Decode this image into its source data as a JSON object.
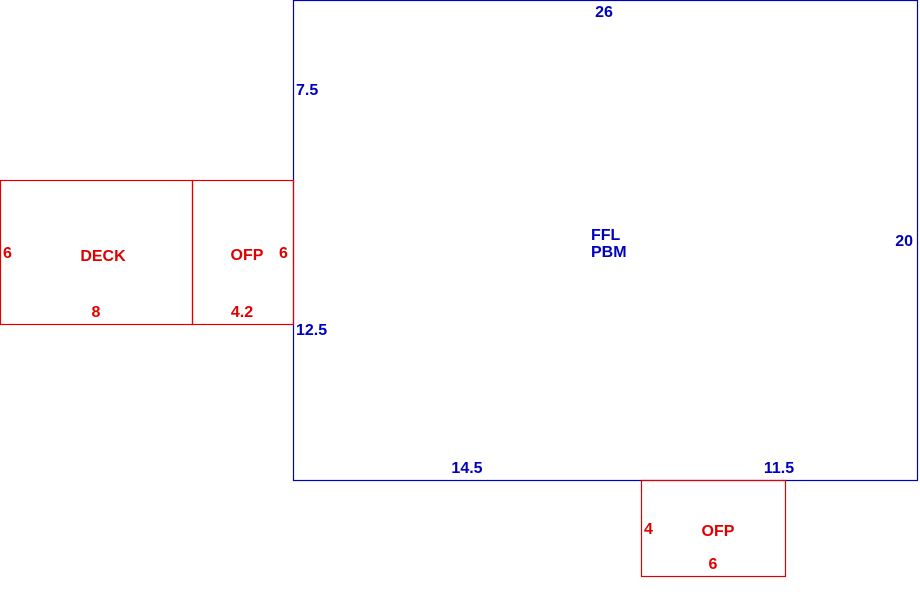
{
  "colors": {
    "main": "#0000c0",
    "addition": "#e00000",
    "background": "#ffffff"
  },
  "main_area": {
    "label_line1": "FFL",
    "label_line2": "PBM",
    "dim_top": "26",
    "dim_right": "20",
    "dim_left_upper": "7.5",
    "dim_left_lower": "12.5",
    "dim_bottom_left": "14.5",
    "dim_bottom_right": "11.5"
  },
  "deck": {
    "label": "DECK",
    "dim_height": "6",
    "dim_width": "8"
  },
  "porch_left": {
    "label": "OFP",
    "dim_height": "6",
    "dim_width": "4.2"
  },
  "porch_bottom": {
    "label": "OFP",
    "dim_height": "4",
    "dim_width": "6"
  }
}
